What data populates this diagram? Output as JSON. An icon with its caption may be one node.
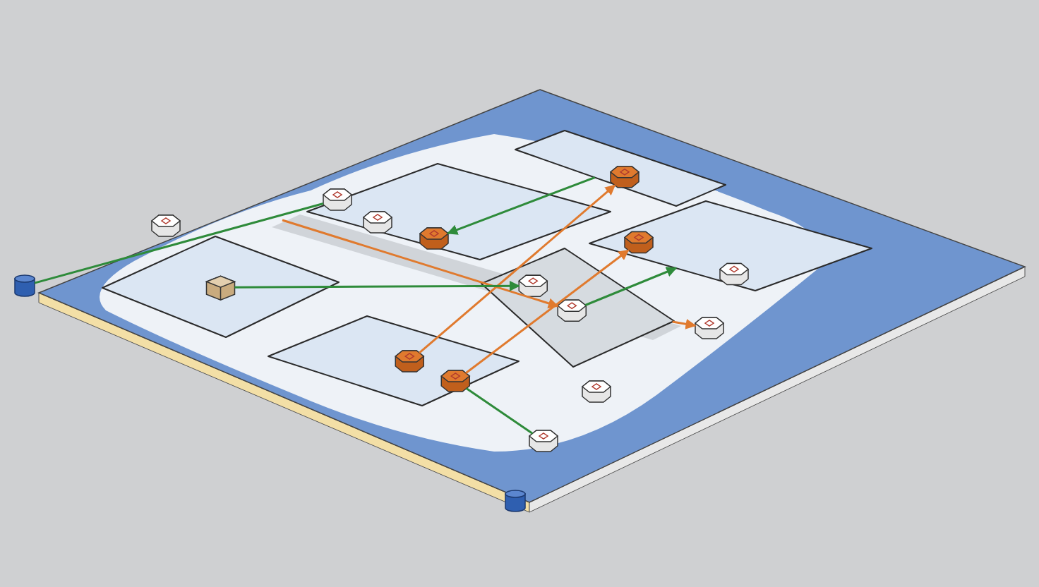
{
  "diagram": {
    "nodes": [
      {
        "text": [],
        "shape": "panel"
      },
      {
        "text": [],
        "shape": "panel"
      },
      {
        "text": [],
        "shape": "panel"
      },
      {
        "text": [],
        "shape": "panel"
      },
      {
        "text": [],
        "shape": "panel"
      },
      {
        "text": [],
        "shape": "panel"
      },
      {
        "text": [],
        "shape": "hexagon",
        "in": 1
      },
      {
        "text": [],
        "shape": "hexagon",
        "in": 1
      },
      {
        "text": [],
        "shape": "hexagon"
      },
      {
        "text": [],
        "shape": "hexagon",
        "in": 3
      },
      {
        "text": [],
        "shape": "hexagon",
        "in": 3
      },
      {
        "text": [],
        "shape": "hexagon",
        "in": 2
      },
      {
        "text": [],
        "shape": "hexagon",
        "in": 2
      },
      {
        "text": [],
        "shape": "hexagon",
        "in": 4
      },
      {
        "text": [],
        "shape": "hexagon",
        "in": 5
      },
      {
        "text": [],
        "shape": "hexagon",
        "in": 5
      },
      {
        "text": [],
        "shape": "hexagon"
      },
      {
        "text": [],
        "shape": "box",
        "in": 0
      },
      {
        "text": [],
        "shape": "hexagon"
      },
      {
        "text": [],
        "shape": "hexagon"
      },
      {
        "text": [],
        "shape": "hexagon"
      },
      {
        "text": [],
        "shape": "cylinder"
      },
      {
        "text": [],
        "shape": "cylinder"
      }
    ],
    "edges": [
      {
        "from": null,
        "to": 12,
        "arrow": "to",
        "color": "#e07a2e"
      },
      {
        "from": 6,
        "to": 13,
        "arrow": "to",
        "color": "#e07a2e"
      },
      {
        "from": 7,
        "to": 15,
        "arrow": "to",
        "color": "#e07a2e"
      },
      {
        "from": 17,
        "to": 11,
        "arrow": "to"
      },
      {
        "from": 21,
        "to": 8,
        "arrow": "none"
      },
      {
        "from": 4,
        "to": 10,
        "arrow": "to"
      },
      {
        "from": 12,
        "to": 5,
        "arrow": "to"
      },
      {
        "from": 7,
        "to": 20,
        "arrow": "none"
      },
      {
        "from": 2,
        "to": 18,
        "arrow": "to",
        "color": "#e07a2e"
      }
    ]
  }
}
